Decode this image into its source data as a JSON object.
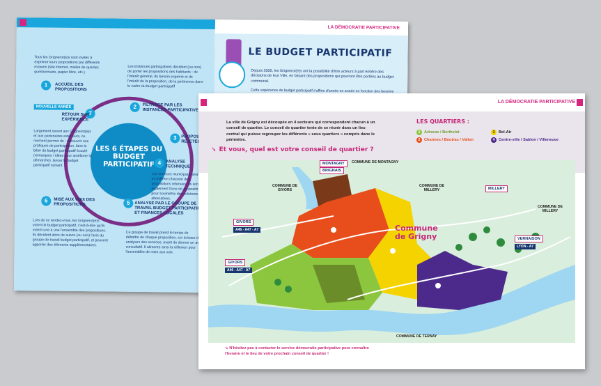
{
  "back": {
    "header_right": "LA DÉMOCRATIE PARTICIPATIVE",
    "title": "LE BUDGET PARTICIPATIF",
    "intro": "Depuis 2006, les Grignerot(e)s ont la possibilité d'être acteurs à part entière des décisions de leur Ville, en faisant des propositions qui pourront être portées au budget communal.",
    "intro2": "Cette expérience de budget participatif s'affine d'année en année en fonction des besoins et des envies des habitants et s'adapte pour faire participer le plus grand nombre.",
    "circle_title": "LES 6 ÉTAPES DU BUDGET PARTICIPATIF",
    "nouvelle_annee": "NOUVELLE ANNÉE",
    "steps": [
      {
        "num": "1",
        "label": "ACCUEIL DES PROPOSITIONS"
      },
      {
        "num": "2",
        "label": "FILTRAGE PAR LES INSTANCES PARTICIPATIVES"
      },
      {
        "num": "3",
        "label": "PROPOSITIONS REJETÉES"
      },
      {
        "num": "4",
        "label": "ANALYSE TECHNIQUE"
      },
      {
        "num": "5",
        "label": "ANALYSE PAR LE GROUPE DE TRAVAIL BUDGET PARTICIPATIF ET FINANCES LOCALES"
      },
      {
        "num": "6",
        "label": "MISE AUX VOIX DES PROPOSITIONS"
      },
      {
        "num": "7",
        "label": "RETOUR SUR EXPÉRIENCE"
      }
    ],
    "text_invite": "Tous les Grignerot(e)s sont invités à exprimer leurs propositions par différents moyens (site internet, mailes de quartier, questionnaire, papier libre, etc.)",
    "text_instances": "Les instances participatives décident (ou non) de porter les propositions des habitants : de l'intérêt général, du besoin exprimé et de l'intérêt de la proposition, de la pertinence dans le cadre du budget participatif",
    "text_retour": "Largement ouvert aux Grignerot(e)s et aux partenaires extérieurs, ce moment permet de : découvrir nos pratiques de participation, faire le bilan du budget participatif écoulé (remarques / idées pour améliorer la démarche), lancer le budget participatif suivant",
    "text_services": "Les services municipaux analysent et chiffrent chacune des propositions retenues. Ils sont également force de propositions pour soumettre des solutions alternatives.",
    "text_vote": "Lors de ce rendez-vous, les Grignerot(e)s votent le budget participatif, c'est-à-dire qu'ils votent une à une l'ensemble des propositions. Ils décident alors de suivre (ou non) l'avis du groupe de travail budget participatif, et peuvent apporter des éléments supplémentaires.",
    "text_groupe": "Ce groupe de travail prend le temps de débattre de chaque proposition, sur la base des analyses des services, avant de donner un avis consultatif. Il alimente ainsi la réflexion pour l'assemblée de mise aux voix."
  },
  "front": {
    "header_right": "LA DÉMOCRATIE PARTICIPATIVE",
    "intro": "La ville de Grigny est découpée en 4 secteurs qui correspondent chacun à un conseil de quartier. Le conseil de quartier tente de se réunir dans un lieu central qui puisse regrouper les différents « sous quartiers » compris dans le périmètre.",
    "question": "Et vous, quel est votre conseil de quartier ?",
    "legend_title": "LES QUARTIERS :",
    "legend": [
      {
        "num": "1",
        "label": "Arboras / Berthelot",
        "color": "#8cc63f"
      },
      {
        "num": "2",
        "label": "Charmes / Boutras / Vallon",
        "color": "#e84e1b"
      },
      {
        "num": "3",
        "label": "Bel-Air",
        "color": "#f5d300"
      },
      {
        "num": "4",
        "label": "Centre-ville / Sablon / Villeneuve",
        "color": "#4b2a8c"
      }
    ],
    "map": {
      "commune_montagny": "COMMUNE DE MONTAGNY",
      "commune_givors": "COMMUNE DE GIVORS",
      "commune_millery_top": "COMMUNE DE MILLERY",
      "commune_millery_right": "COMMUNE DE MILLERY",
      "commune_ternay": "COMMUNE DE TERNAY",
      "tag_montagny": "MONTAGNY",
      "tag_brignais": "BRIGNAIS",
      "tag_millery": "MILLERY",
      "tag_givors_1": "GIVORS",
      "road_givors_1": "A46 - A47 - A7",
      "tag_givors_2": "GIVORS",
      "road_givors_2": "A46 - A47 - A7",
      "tag_vernaison": "VERNAISON",
      "road_vernaison": "LYON - A7",
      "grigny": "Commune de Grigny"
    },
    "footer": "N'hésitez pas à contacter le service démocratie participative pour connaître l'horaire et le lieu de votre prochain conseil de quartier !"
  },
  "colors": {
    "magenta": "#c62877",
    "navy": "#17356e",
    "cyan": "#19a6dc",
    "q1": "#8cc63f",
    "q2": "#e84e1b",
    "q3": "#f5d300",
    "q4": "#4b2a8c",
    "water": "#9fd6f2",
    "land": "#d9eedc"
  }
}
